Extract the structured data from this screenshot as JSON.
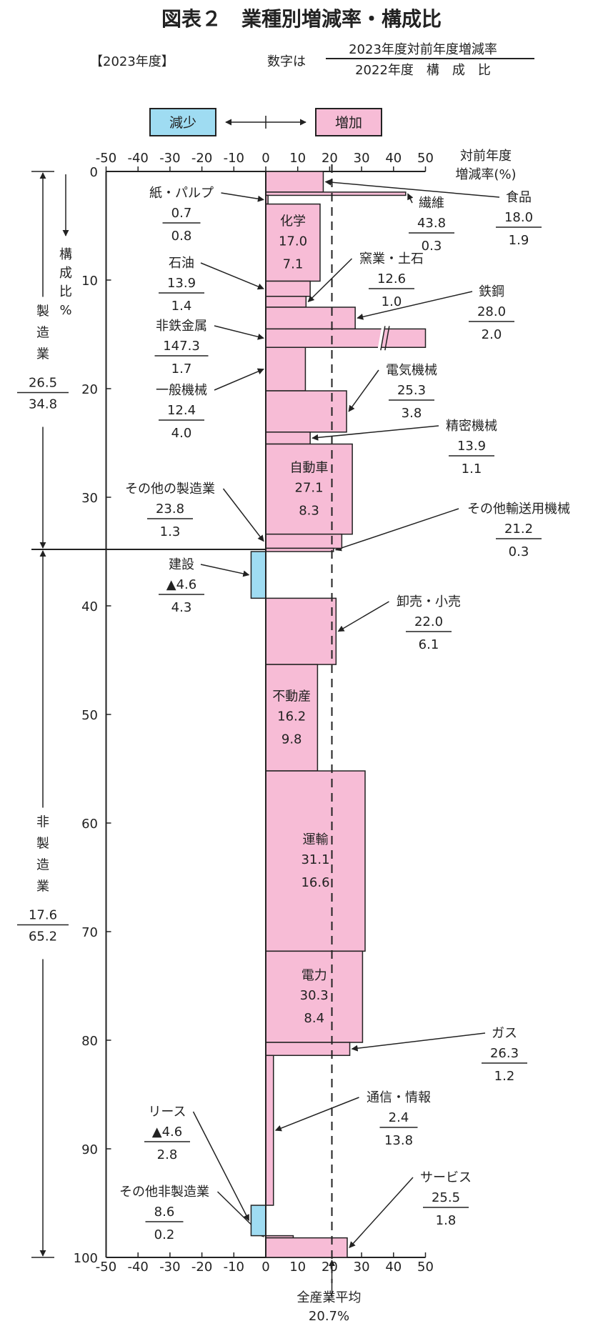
{
  "title": "図表２　業種別増減率・構成比",
  "year_label": "【2023年度】",
  "explain": {
    "prefix": "数字は",
    "top": "2023年度対前年度増減率",
    "bottom": "2022年度　構　成　比"
  },
  "legend": {
    "decrease": "減少",
    "increase": "増加"
  },
  "colors": {
    "increase": "#f7bcd6",
    "decrease": "#9fdcf2",
    "line": "#222222"
  },
  "chart_data": {
    "type": "bar",
    "title": "図表２　業種別増減率・構成比",
    "xlabel": "対前年度増減率(%)",
    "ylabel": "構成比%",
    "xlim": [
      -50,
      50
    ],
    "ylim": [
      0,
      100
    ],
    "x_ticks": [
      "-50",
      "-40",
      "-30",
      "-20",
      "-10",
      "0",
      "10",
      "20",
      "30",
      "40",
      "50"
    ],
    "y_ticks": [
      "0",
      "10",
      "20",
      "30",
      "40",
      "50",
      "60",
      "70",
      "80",
      "90",
      "100"
    ],
    "average": {
      "label": "全産業平均",
      "value": 20.7,
      "value_label": "20.7%"
    },
    "groups": [
      {
        "label": [
          "製",
          "造",
          "業"
        ],
        "rate": "26.5",
        "share": "34.8",
        "start": 0,
        "end": 34.8
      },
      {
        "label": [
          "非",
          "製",
          "造",
          "業"
        ],
        "rate": "17.6",
        "share": "65.2",
        "start": 34.8,
        "end": 100
      }
    ],
    "sectors": [
      {
        "name": "食品",
        "rate": 18.0,
        "share": 1.9,
        "rate_label": "18.0",
        "share_label": "1.9"
      },
      {
        "name": "繊維",
        "rate": 43.8,
        "share": 0.3,
        "rate_label": "43.8",
        "share_label": "0.3"
      },
      {
        "name": "紙・パルプ",
        "rate": 0.7,
        "share": 0.8,
        "rate_label": "0.7",
        "share_label": "0.8"
      },
      {
        "name": "化学",
        "rate": 17.0,
        "share": 7.1,
        "rate_label": "17.0",
        "share_label": "7.1"
      },
      {
        "name": "石油",
        "rate": 13.9,
        "share": 1.4,
        "rate_label": "13.9",
        "share_label": "1.4"
      },
      {
        "name": "窯業・土石",
        "rate": 12.6,
        "share": 1.0,
        "rate_label": "12.6",
        "share_label": "1.0"
      },
      {
        "name": "鉄鋼",
        "rate": 28.0,
        "share": 2.0,
        "rate_label": "28.0",
        "share_label": "2.0"
      },
      {
        "name": "非鉄金属",
        "rate": 147.3,
        "share": 1.7,
        "rate_label": "147.3",
        "share_label": "1.7"
      },
      {
        "name": "一般機械",
        "rate": 12.4,
        "share": 4.0,
        "rate_label": "12.4",
        "share_label": "4.0"
      },
      {
        "name": "電気機械",
        "rate": 25.3,
        "share": 3.8,
        "rate_label": "25.3",
        "share_label": "3.8"
      },
      {
        "name": "精密機械",
        "rate": 13.9,
        "share": 1.1,
        "rate_label": "13.9",
        "share_label": "1.1"
      },
      {
        "name": "自動車",
        "rate": 27.1,
        "share": 8.3,
        "rate_label": "27.1",
        "share_label": "8.3"
      },
      {
        "name": "その他の製造業",
        "rate": 23.8,
        "share": 1.3,
        "rate_label": "23.8",
        "share_label": "1.3"
      },
      {
        "name": "その他輸送用機械",
        "rate": 21.2,
        "share": 0.3,
        "rate_label": "21.2",
        "share_label": "0.3"
      },
      {
        "name": "建設",
        "rate": -4.6,
        "share": 4.3,
        "rate_label": "▲4.6",
        "share_label": "4.3"
      },
      {
        "name": "卸売・小売",
        "rate": 22.0,
        "share": 6.1,
        "rate_label": "22.0",
        "share_label": "6.1"
      },
      {
        "name": "不動産",
        "rate": 16.2,
        "share": 9.8,
        "rate_label": "16.2",
        "share_label": "9.8"
      },
      {
        "name": "運輸",
        "rate": 31.1,
        "share": 16.6,
        "rate_label": "31.1",
        "share_label": "16.6"
      },
      {
        "name": "電力",
        "rate": 30.3,
        "share": 8.4,
        "rate_label": "30.3",
        "share_label": "8.4"
      },
      {
        "name": "ガス",
        "rate": 26.3,
        "share": 1.2,
        "rate_label": "26.3",
        "share_label": "1.2"
      },
      {
        "name": "通信・情報",
        "rate": 2.4,
        "share": 13.8,
        "rate_label": "2.4",
        "share_label": "13.8"
      },
      {
        "name": "リース",
        "rate": -4.6,
        "share": 2.8,
        "rate_label": "▲4.6",
        "share_label": "2.8"
      },
      {
        "name": "その他非製造業",
        "rate": 8.6,
        "share": 0.2,
        "rate_label": "8.6",
        "share_label": "0.2"
      },
      {
        "name": "サービス",
        "rate": 25.5,
        "share": 1.8,
        "rate_label": "25.5",
        "share_label": "1.8"
      }
    ]
  }
}
